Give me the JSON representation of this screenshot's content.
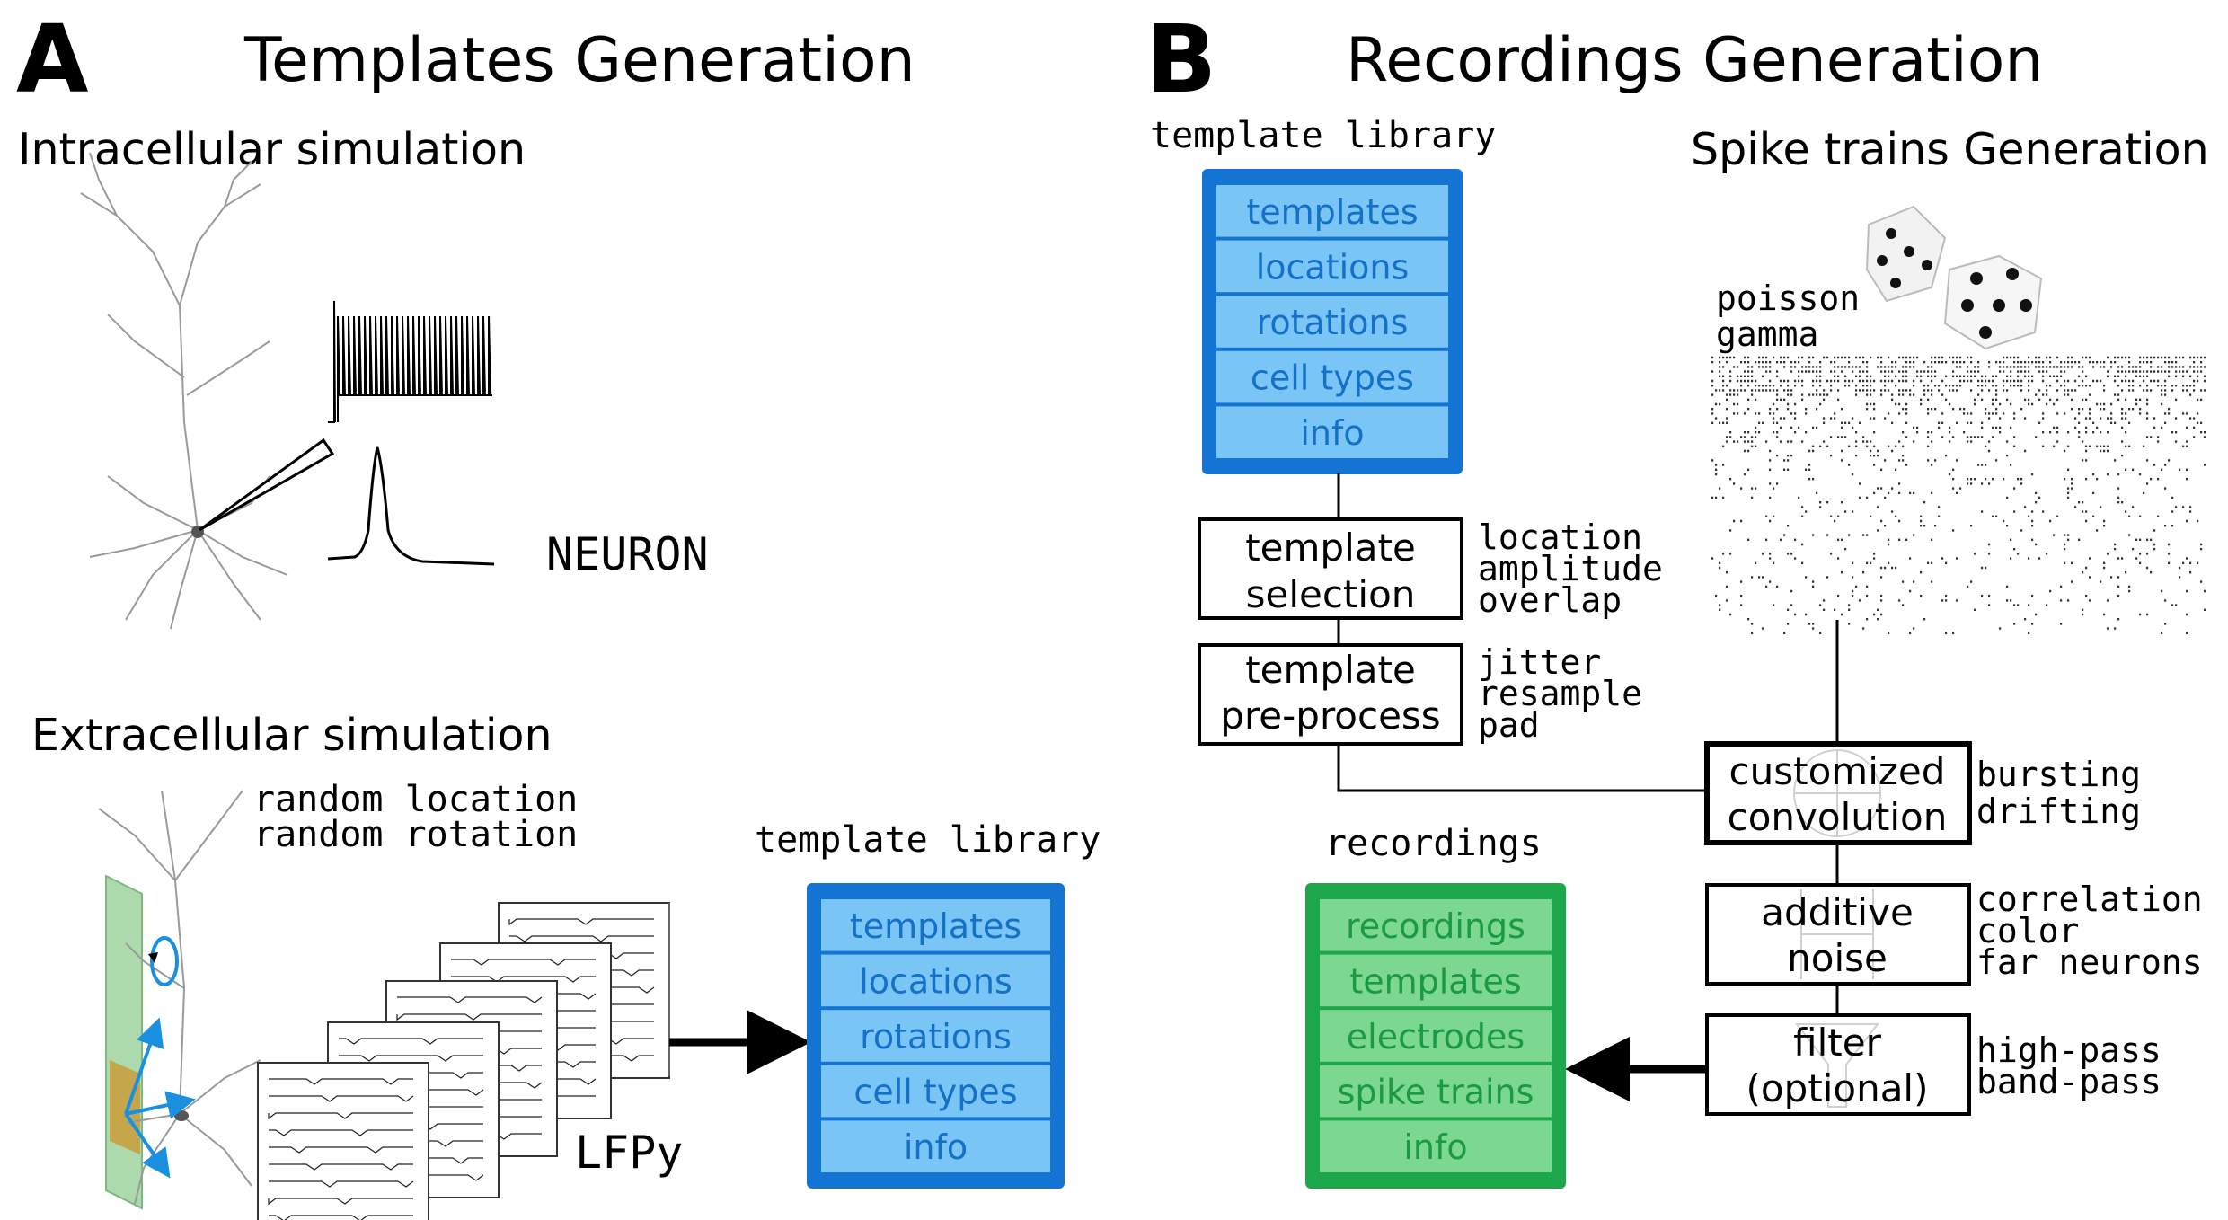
{
  "panel_a": {
    "letter": "A",
    "title": "Templates Generation",
    "intra_title": "Intracellular simulation",
    "neuron_label": "NEURON",
    "extra_title": "Extracellular simulation",
    "random_lines": [
      "random location",
      "random rotation"
    ],
    "lfpy_label": "LFPy",
    "library_title": "template library",
    "library_items": [
      "templates",
      "locations",
      "rotations",
      "cell types",
      "info"
    ]
  },
  "panel_b": {
    "letter": "B",
    "title": "Recordings Generation",
    "library_title": "template library",
    "library_items": [
      "templates",
      "locations",
      "rotations",
      "cell types",
      "info"
    ],
    "selection_box": [
      "template",
      "selection"
    ],
    "selection_params": [
      "location",
      "amplitude",
      "overlap"
    ],
    "preprocess_box": [
      "template",
      "pre-process"
    ],
    "preprocess_params": [
      "jitter",
      "resample",
      "pad"
    ],
    "spike_title": "Spike trains Generation",
    "spike_types": [
      "poisson",
      "gamma"
    ],
    "convolution_box": [
      "customized",
      "convolution"
    ],
    "convolution_params": [
      "bursting",
      "drifting"
    ],
    "noise_box": [
      "additive",
      "noise"
    ],
    "noise_params": [
      "correlation",
      "color",
      "far neurons"
    ],
    "filter_box": [
      "filter",
      "(optional)"
    ],
    "filter_params": [
      "high-pass",
      "band-pass"
    ],
    "recordings_title": "recordings",
    "recordings_items": [
      "recordings",
      "templates",
      "electrodes",
      "spike trains",
      "info"
    ]
  },
  "colors": {
    "library_frame": "#1474d4",
    "library_cell": "#79c6f6",
    "library_text": "#1470c8",
    "recordings_frame": "#1ca84a",
    "recordings_cell": "#7cd890",
    "recordings_text": "#1a9a45",
    "plane": "#9ed49e",
    "plane_patch": "#c8a040",
    "vector": "#1a90e0"
  }
}
